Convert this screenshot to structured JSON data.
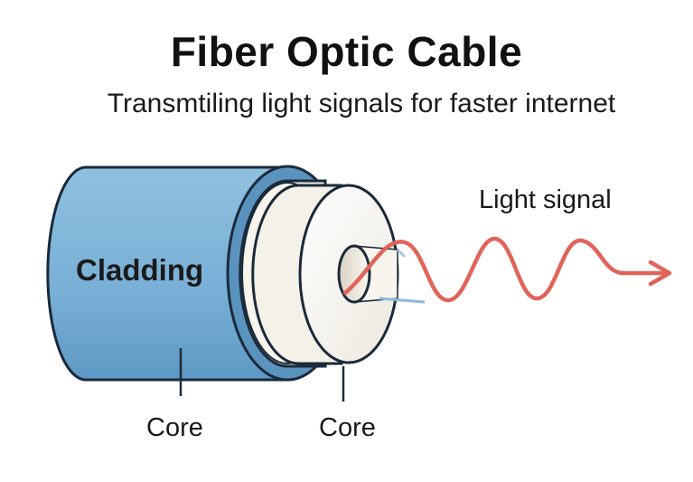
{
  "title": "Fiber Optic Cable",
  "subtitle": "Transmtiling light signals for faster internet",
  "labels": {
    "cladding": "Cladding",
    "core_left": "Core",
    "core_right": "Core",
    "light_signal": "Light signal"
  },
  "colors": {
    "cladding_blue": "#7fb4d8",
    "cladding_blue_dark": "#5f99c4",
    "jacket_white": "#f4f2ec",
    "signal_red": "#e0645a",
    "outline": "#1b2a3a"
  }
}
